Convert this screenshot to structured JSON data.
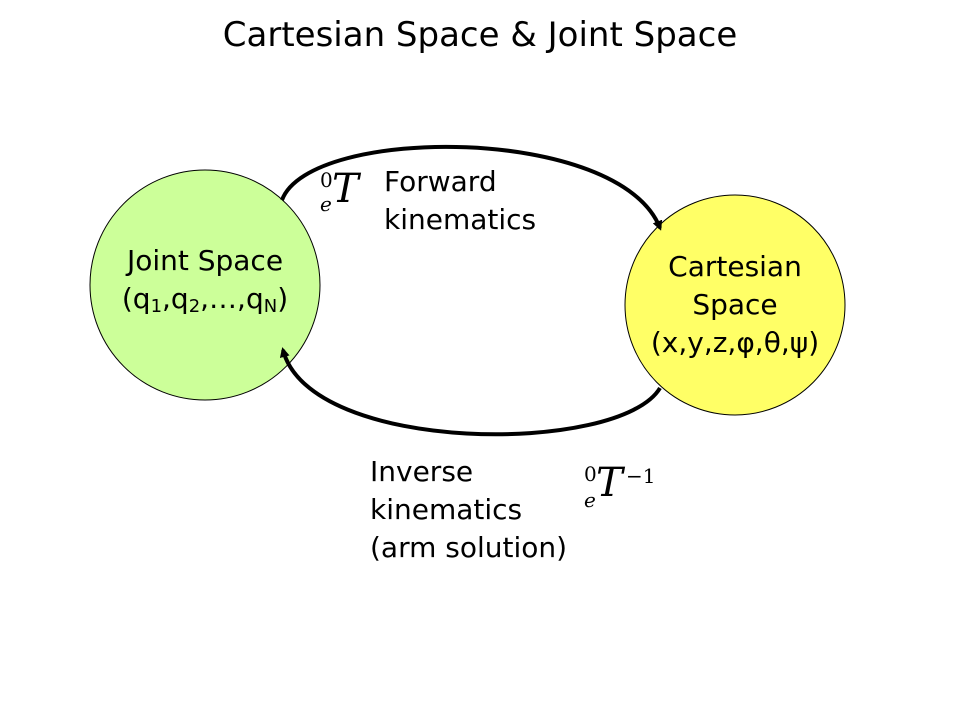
{
  "title": "Cartesian Space & Joint Space",
  "joint_space": {
    "label": "Joint Space",
    "coords_open": "(q",
    "sub1": "1",
    "sep1": ",q",
    "sub2": "2",
    "sep2": ",…,q",
    "subN": "N",
    "coords_close": ")",
    "fill_color": "#ccff99"
  },
  "cartesian_space": {
    "line1": "Cartesian",
    "line2": "Space",
    "coords": "(x,y,z,φ,θ,ψ)",
    "fill_color": "#ffff66"
  },
  "forward": {
    "line1": "Forward",
    "line2": "kinematics",
    "math_sup": "0",
    "math_sub": "e",
    "math_main": "T"
  },
  "inverse": {
    "line1": "Inverse",
    "line2": "kinematics",
    "line3": "(arm solution)",
    "math_sup": "0",
    "math_sub": "e",
    "math_main": "T",
    "math_exp": "−1"
  }
}
